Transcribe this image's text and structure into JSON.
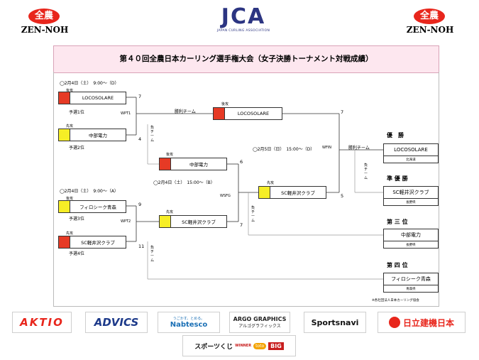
{
  "header": {
    "left_logo": {
      "mark": "全農",
      "text": "ZEN-NOH"
    },
    "center_logo": {
      "mark": "JCA",
      "text": "JAPAN CURLING ASSOCIATION"
    },
    "right_logo": {
      "mark": "全農",
      "text": "ZEN-NOH"
    },
    "brand_red": "#e8261c",
    "brand_navy": "#2c3582"
  },
  "title": "第４０回全農日本カーリング選手権大会（女子決勝トーナメント対戦成績）",
  "title_bg": "#fde7ef",
  "bracket": {
    "match1": {
      "date": "◯2月4日（土）　9:00～（D）",
      "team_a": {
        "stone": "後攻",
        "name": "LOCOSOLARE",
        "seed": "予選1位",
        "color": "red",
        "score": "7"
      },
      "team_b": {
        "stone": "先攻",
        "name": "中部電力",
        "seed": "予選2位",
        "color": "yellow",
        "score": "4"
      },
      "code": "WPT1"
    },
    "match2": {
      "date": "◯2月4日（土）　9:00～（A）",
      "team_a": {
        "stone": "後攻",
        "name": "フィロシーク青森",
        "seed": "予選3位",
        "color": "yellow",
        "score": "9"
      },
      "team_b": {
        "stone": "先攻",
        "name": "SC軽井沢クラブ",
        "seed": "予選4位",
        "color": "red",
        "score": "11"
      },
      "code": "WPT2"
    },
    "winner1": {
      "label": "勝利チーム",
      "stone": "後攻",
      "name": "LOCOSOLARE",
      "color": "red",
      "score": "7"
    },
    "loser_label_1": "負チーム",
    "semi": {
      "team_top": {
        "stone": "後攻",
        "name": "中部電力",
        "color": "red",
        "score": "6"
      },
      "date": "◯2月4日（土）　15:00～（B）",
      "code": "WSFG",
      "team_bottom": {
        "stone": "先攻",
        "name": "SC軽井沢クラブ",
        "color": "yellow",
        "score": "7"
      }
    },
    "semi_winner": {
      "stone": "先攻",
      "name": "SC軽井沢クラブ",
      "color": "yellow",
      "score": "5"
    },
    "loser_label_2": "負チーム",
    "loser_label_3": "負チーム",
    "final": {
      "date": "◯2月5日（日）　15:00～（D）",
      "code": "WFIN",
      "winner_label": "勝利チーム",
      "loser_label": "負チーム"
    }
  },
  "results": [
    {
      "rank": "優　勝",
      "team": "LOCOSOLARE",
      "region": "北海道"
    },
    {
      "rank": "準 優 勝",
      "team": "SC軽井沢クラブ",
      "region": "長野県"
    },
    {
      "rank": "第 三 位",
      "team": "中部電力",
      "region": "長野県"
    },
    {
      "rank": "第 四 位",
      "team": "フィロシーク青森",
      "region": "青森県"
    }
  ],
  "footnote": "※各社団法人日本カーリング協会",
  "sponsors": [
    {
      "name": "AKTIO"
    },
    {
      "name": "ADVICS"
    },
    {
      "tagline": "うごかす。とめる。",
      "name": "Nabtesco"
    },
    {
      "name": "ARGO GRAPHICS",
      "sub": "アルゴグラフィックス"
    },
    {
      "name": "Sportsnavi"
    },
    {
      "name": "日立建機日本"
    },
    {
      "name": "スポーツくじ",
      "sub1": "WINNER",
      "sub2": "toto",
      "sub3": "BIG"
    }
  ]
}
